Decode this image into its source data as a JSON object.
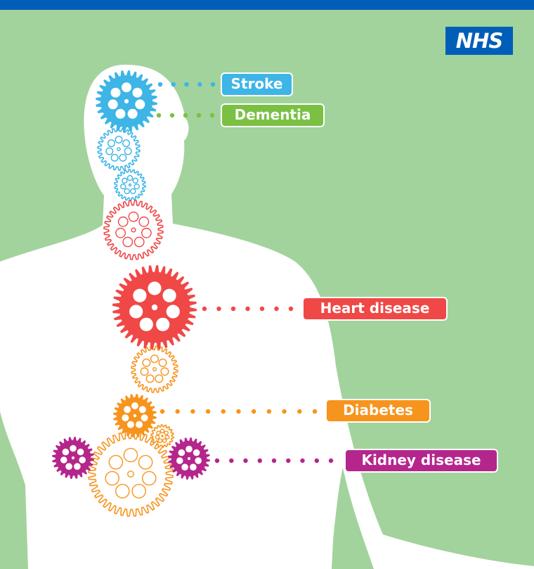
{
  "logo": {
    "text": "NHS"
  },
  "colors": {
    "background": "#a2d39c",
    "topbar": "#005eb8",
    "body_silhouette": "#ffffff",
    "stroke": "#3db5e6",
    "dementia": "#7ac143",
    "heart_disease": "#ef4846",
    "diabetes": "#f7941d",
    "kidney_disease": "#b5268c"
  },
  "conditions": [
    {
      "id": "stroke",
      "label": "Stroke",
      "color": "#3db5e6"
    },
    {
      "id": "dementia",
      "label": "Dementia",
      "color": "#7ac143"
    },
    {
      "id": "heart-disease",
      "label": "Heart disease",
      "color": "#ef4846"
    },
    {
      "id": "diabetes",
      "label": "Diabetes",
      "color": "#f7941d"
    },
    {
      "id": "kidney-disease",
      "label": "Kidney disease",
      "color": "#b5268c"
    }
  ]
}
